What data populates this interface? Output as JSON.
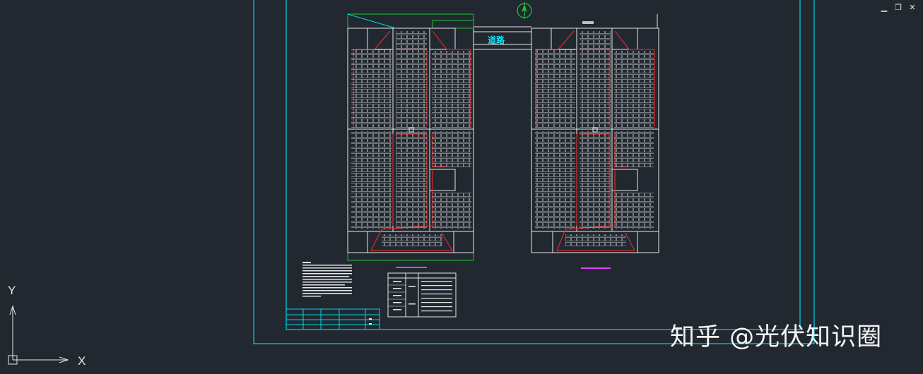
{
  "window": {
    "minimize_label": "▁",
    "restore_label": "❐",
    "close_label": "✕"
  },
  "drawing": {
    "road_label": "道路",
    "north_label": "N"
  },
  "ucs": {
    "x_label": "X",
    "y_label": "Y"
  },
  "watermark": {
    "text": "知乎 @光伏知识圈"
  },
  "colors": {
    "background": "#212830",
    "frame_cyan": "#00d6e6",
    "line_white": "#e8e8e8",
    "cable_red": "#ff2a2a",
    "green": "#22c33a",
    "magenta": "#e040ff"
  }
}
